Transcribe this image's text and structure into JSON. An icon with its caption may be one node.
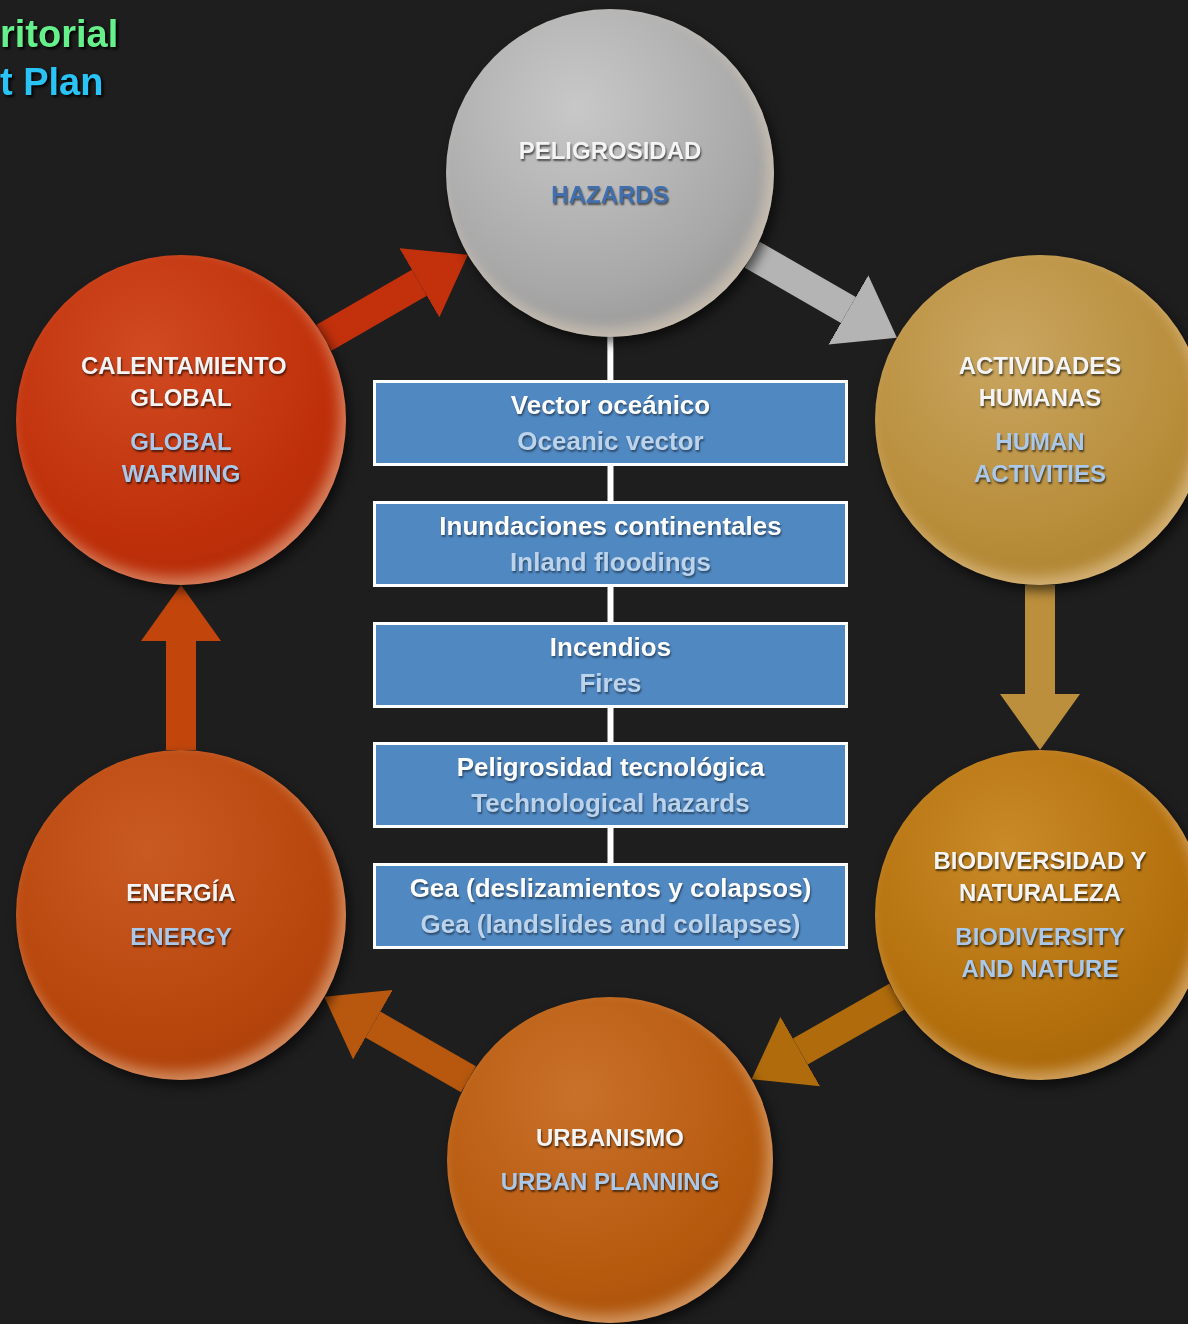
{
  "diagram": {
    "nodes": [
      {
        "text": [
          "PELIGROSIDAD",
          "HAZARDS"
        ]
      },
      {
        "text": [
          "ACTIVIDADES HUMANAS",
          "HUMAN ACTIVITIES"
        ]
      },
      {
        "text": [
          "BIODIVERSIDAD Y NATURALEZA",
          "BIODIVERSITY AND NATURE"
        ]
      },
      {
        "text": [
          "URBANISMO",
          "URBAN PLANNING"
        ]
      },
      {
        "text": [
          "ENERGÍA",
          "ENERGY"
        ]
      },
      {
        "text": [
          "CALENTAMIENTO GLOBAL",
          "GLOBAL WARMING"
        ]
      },
      {
        "text": [
          "Vector oceánico",
          "Oceanic vector"
        ]
      },
      {
        "text": [
          "Inundaciones continentales",
          "Inland floodings"
        ]
      },
      {
        "text": [
          "Incendios",
          "Fires"
        ]
      },
      {
        "text": [
          "Peligrosidad tecnológica",
          "Technological hazards"
        ]
      },
      {
        "text": [
          "Gea (deslizamientos y colapsos)",
          "Gea (landslides and collapses)"
        ]
      }
    ],
    "edges": [
      {
        "from": 5,
        "to": 0,
        "arrow": "to",
        "color": "#c2300c"
      },
      {
        "from": 0,
        "to": 1,
        "arrow": "to",
        "color": "#b4b4b4"
      },
      {
        "from": 1,
        "to": 2,
        "arrow": "to",
        "color": "#bb8f3c"
      },
      {
        "from": 2,
        "to": 3,
        "arrow": "to",
        "color": "#b06c0c"
      },
      {
        "from": 3,
        "to": 4,
        "arrow": "to",
        "color": "#b8580e"
      },
      {
        "from": 4,
        "to": 5,
        "arrow": "to",
        "color": "#c2460c"
      },
      {
        "from": 0,
        "to": 6,
        "arrow": "none"
      },
      {
        "from": 6,
        "to": 7,
        "arrow": "none"
      },
      {
        "from": 7,
        "to": 8,
        "arrow": "none"
      },
      {
        "from": 8,
        "to": 9,
        "arrow": "none"
      },
      {
        "from": 9,
        "to": 10,
        "arrow": "none"
      }
    ],
    "labels": [
      "ritorial",
      "t Plan"
    ]
  }
}
